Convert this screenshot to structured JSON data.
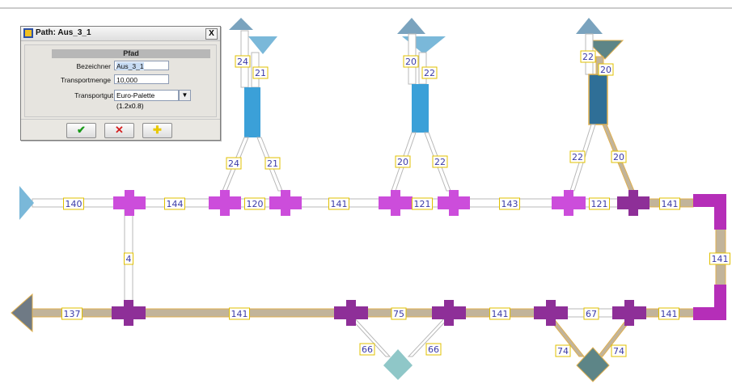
{
  "dialog": {
    "title": "Path: Aus_3_1",
    "close_symbol": "X",
    "section_title": "Pfad",
    "fields": [
      {
        "label": "Bezeichner",
        "value": "Aus_3_1"
      },
      {
        "label": "Transportmenge",
        "value": "10,000"
      }
    ],
    "dropdown": {
      "label": "Transportgut",
      "value": "Euro-Palette (1.2x0.8)"
    },
    "buttons": [
      {
        "name": "confirm",
        "icon": "checkmark-icon",
        "symbol": "✔",
        "color": "#1a9a1a"
      },
      {
        "name": "cancel",
        "icon": "cross-icon",
        "symbol": "✕",
        "color": "#d42020"
      },
      {
        "name": "add",
        "icon": "plus-icon",
        "symbol": "✚",
        "color": "#e8d800"
      }
    ]
  },
  "diagram": {
    "colors": {
      "path": "#ffffff",
      "path_selected": "#c2b49a",
      "junction": "#cc4ddb",
      "junction_selected": "#8e2f98",
      "corner": "#b52eb8",
      "source": "#7ab8d9",
      "sink": "#6f7a85",
      "buffer": "#3ba0d8",
      "buffer_selected": "#2f6f97",
      "top_triangle": "#7aa3be",
      "diamond": "#8fc7c8",
      "diamond_selected": "#5d8587"
    },
    "labels": {
      "top_row": [
        "140",
        "144",
        "120",
        "141",
        "121",
        "143",
        "121",
        "141"
      ],
      "bottom_row": [
        "137",
        "141",
        "75",
        "141",
        "67",
        "141"
      ],
      "right_vertical": "141",
      "left_vertical": "4",
      "branch_1": [
        "24",
        "21",
        "24",
        "21"
      ],
      "branch_2": [
        "20",
        "22",
        "20",
        "22"
      ],
      "branch_3": [
        "22",
        "20",
        "22",
        "20"
      ],
      "bottom_diamond_1": [
        "66",
        "66"
      ],
      "bottom_diamond_2": [
        "74",
        "74"
      ]
    }
  }
}
